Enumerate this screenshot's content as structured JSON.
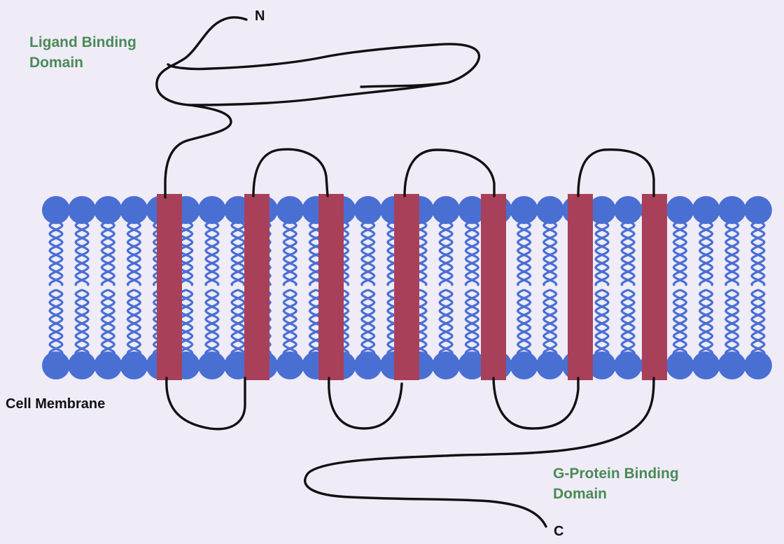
{
  "labels": {
    "n_terminus": "N",
    "c_terminus": "C",
    "ligand_domain_line1": "Ligand Binding",
    "ligand_domain_line2": "Domain",
    "gprotein_domain_line1": "G-Protein Binding",
    "gprotein_domain_line2": "Domain",
    "membrane": "Cell Membrane"
  },
  "colors": {
    "background": "#efecf8",
    "lipid_head": "#4a6fd3",
    "lipid_tail": "#4a6fd3",
    "helix": "#a8405a",
    "chain": "#111111",
    "domain_label": "#4a8a55"
  },
  "structure": {
    "transmembrane_helices": 7,
    "lipid_heads_per_leaflet": 28,
    "terminus_sides": {
      "N": "extracellular",
      "C": "intracellular"
    }
  }
}
